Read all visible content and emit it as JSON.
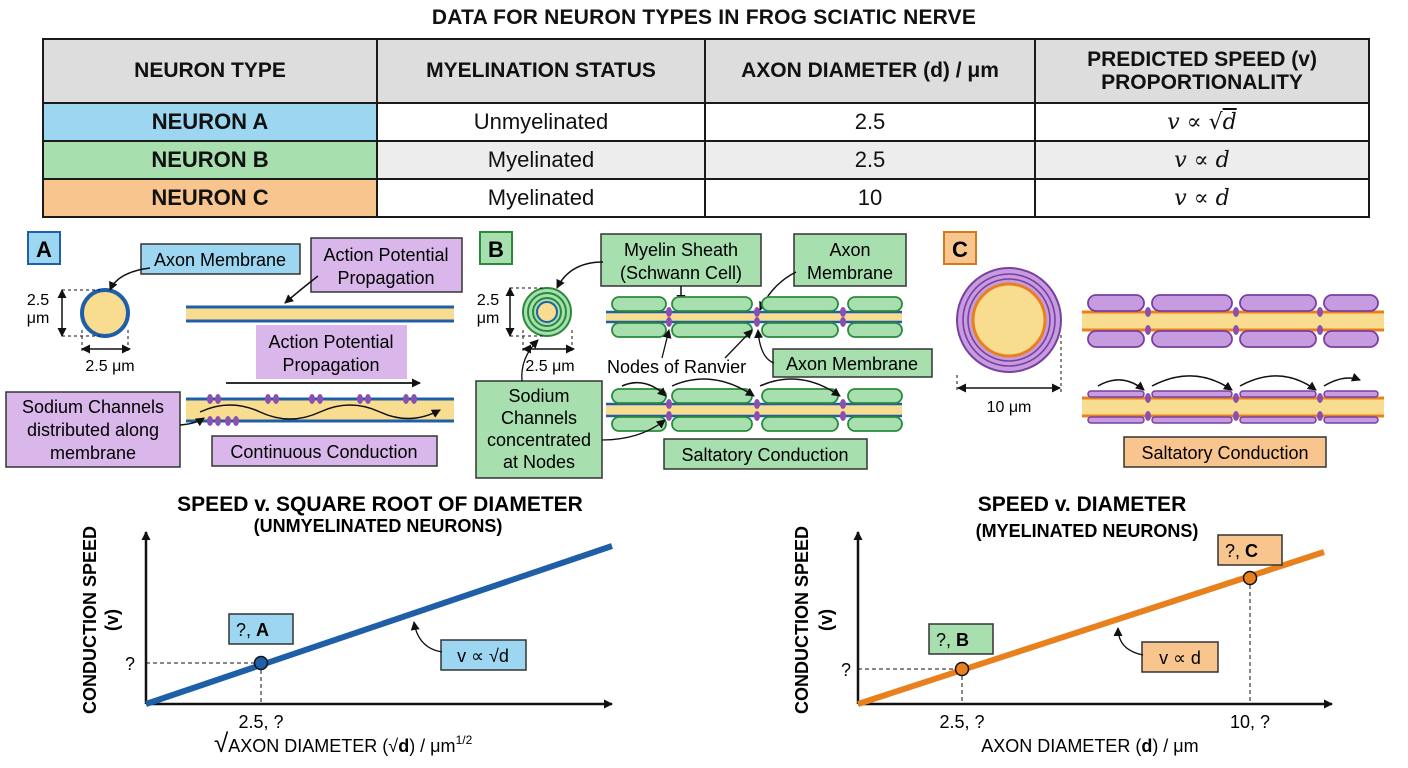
{
  "page": {
    "title": "DATA FOR NEURON TYPES IN FROG SCIATIC NERVE"
  },
  "table": {
    "headers": [
      "NEURON TYPE",
      "MYELINATION STATUS",
      "AXON DIAMETER (d) / μm",
      "PREDICTED SPEED (v)",
      "PROPORTIONALITY"
    ],
    "rows": [
      {
        "type": "NEURON A",
        "status": "Unmyelinated",
        "diameter": "2.5",
        "v": "v",
        "prop_sym": "∝",
        "d": "d",
        "radical": "√"
      },
      {
        "type": "NEURON B",
        "status": "Myelinated",
        "diameter": "2.5",
        "v": "v",
        "prop_sym": "∝",
        "d": "d"
      },
      {
        "type": "NEURON C",
        "status": "Myelinated",
        "diameter": "10",
        "v": "v",
        "prop_sym": "∝",
        "d": "d"
      }
    ]
  },
  "panel_a": {
    "letter": "A",
    "axon_membrane": "Axon Membrane",
    "ap_prop_line1": "Action Potential",
    "ap_prop_line2": "Propagation",
    "dim_height_line1": "2.5",
    "dim_height_line2": "μm",
    "dim_width": "2.5 μm",
    "sodium_line1": "Sodium Channels",
    "sodium_line2": "distributed along",
    "sodium_line3": "membrane",
    "conduction": "Continuous Conduction"
  },
  "panel_b": {
    "letter": "B",
    "myelin_line1": "Myelin Sheath",
    "myelin_line2": "(Schwann Cell)",
    "axon_membrane_line1": "Axon",
    "axon_membrane_line2": "Membrane",
    "axon_membrane2": "Axon Membrane",
    "nodes": "Nodes of Ranvier",
    "dim_height_line1": "2.5",
    "dim_height_line2": "μm",
    "dim_width": "2.5 μm",
    "sodium_line1": "Sodium",
    "sodium_line2": "Channels",
    "sodium_line3": "concentrated",
    "sodium_line4": "at Nodes",
    "conduction": "Saltatory Conduction"
  },
  "panel_c": {
    "letter": "C",
    "dim_width": "10 μm",
    "conduction": "Saltatory Conduction"
  },
  "chart_data": [
    {
      "type": "line",
      "title": "SPEED v. SQUARE ROOT OF DIAMETER",
      "subtitle": "(UNMYELINATED NEURONS)",
      "ylabel_line1": "CONDUCTION SPEED",
      "ylabel_line2": "(v)",
      "xlabel": "AXON DIAMETER (",
      "xlabel_bold": "d",
      "xlabel_unit": ") / μm",
      "xlabel_exp": "1/2",
      "radical": "√",
      "x_tick": "2.5, ?",
      "y_tick": "?",
      "point_label": "?,",
      "point_id": "A",
      "line_label": "v ∝ √d",
      "color": "#1f5fa8"
    },
    {
      "type": "line",
      "title": "SPEED v. DIAMETER",
      "subtitle": "(MYELINATED NEURONS)",
      "ylabel_line1": "CONDUCTION SPEED",
      "ylabel_line2": "(v)",
      "xlabel": "AXON DIAMETER (",
      "xlabel_bold": "d",
      "xlabel_unit": ") / μm",
      "x_ticks": [
        "2.5, ?",
        "10, ?"
      ],
      "y_tick": "?",
      "point_b_label": "?,",
      "point_b_id": "B",
      "point_c_label": "?,",
      "point_c_id": "C",
      "line_label": "v ∝ d",
      "color": "#e8801e"
    }
  ]
}
